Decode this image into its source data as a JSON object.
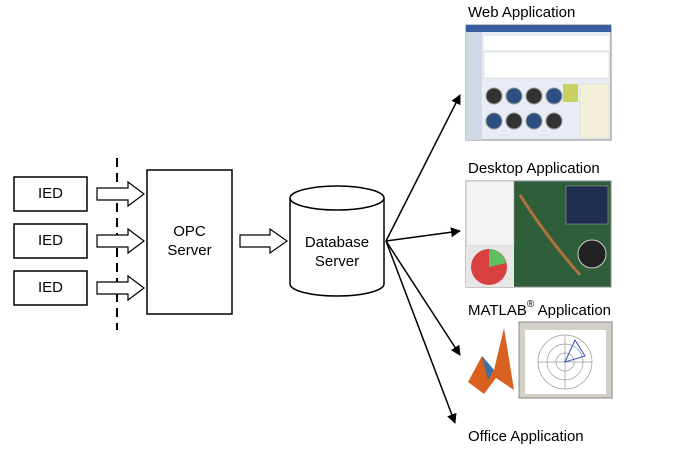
{
  "ied_boxes": [
    {
      "label": "IED"
    },
    {
      "label": "IED"
    },
    {
      "label": "IED"
    }
  ],
  "opc_server": {
    "line1": "OPC",
    "line2": "Server"
  },
  "database_server": {
    "line1": "Database",
    "line2": "Server"
  },
  "applications": [
    {
      "label": "Web Application",
      "sup": ""
    },
    {
      "label": "Desktop Application",
      "sup": ""
    },
    {
      "label_main": "MATLAB",
      "sup": "®",
      "label_rest": " Application"
    },
    {
      "label": "Office Application",
      "sup": ""
    }
  ],
  "colors": {
    "stroke": "#000000",
    "web_bg": "#e8ecf4",
    "desktop_map": "#2f5f3a",
    "matlab_orange": "#d9601f"
  }
}
